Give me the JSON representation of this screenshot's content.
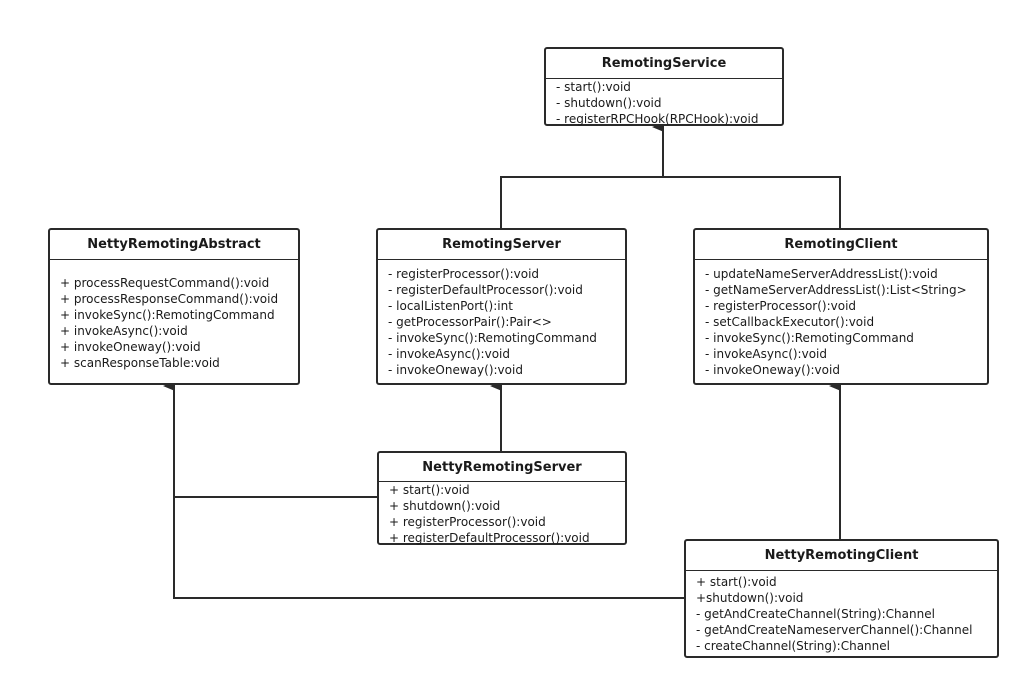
{
  "classes": {
    "remoting_service": {
      "name": "RemotingService",
      "members": [
        "- start():void",
        "- shutdown():void",
        "- registerRPCHook(RPCHook):void"
      ]
    },
    "netty_remoting_abstract": {
      "name": "NettyRemotingAbstract",
      "members": [
        "+ processRequestCommand():void",
        "+ processResponseCommand():void",
        "+ invokeSync():RemotingCommand",
        "+ invokeAsync():void",
        "+ invokeOneway():void",
        "+ scanResponseTable:void"
      ]
    },
    "remoting_server": {
      "name": "RemotingServer",
      "members": [
        "- registerProcessor():void",
        "- registerDefaultProcessor():void",
        "- localListenPort():int",
        "- getProcessorPair():Pair<>",
        "- invokeSync():RemotingCommand",
        "- invokeAsync():void",
        "- invokeOneway():void"
      ]
    },
    "remoting_client": {
      "name": "RemotingClient",
      "members": [
        "- updateNameServerAddressList():void",
        "- getNameServerAddressList():List<String>",
        "- registerProcessor():void",
        "- setCallbackExecutor():void",
        "- invokeSync():RemotingCommand",
        "- invokeAsync():void",
        "- invokeOneway():void"
      ]
    },
    "netty_remoting_server": {
      "name": "NettyRemotingServer",
      "members": [
        "+ start():void",
        "+ shutdown():void",
        "+ registerProcessor():void",
        "+ registerDefaultProcessor():void"
      ]
    },
    "netty_remoting_client": {
      "name": "NettyRemotingClient",
      "members": [
        "+ start():void",
        "+shutdown():void",
        "- getAndCreateChannel(String):Channel",
        "- getAndCreateNameserverChannel():Channel",
        "- createChannel(String):Channel"
      ]
    }
  },
  "colors": {
    "line": "#2a2a2a",
    "box_border": "#2a2a2a",
    "background": "#ffffff"
  }
}
